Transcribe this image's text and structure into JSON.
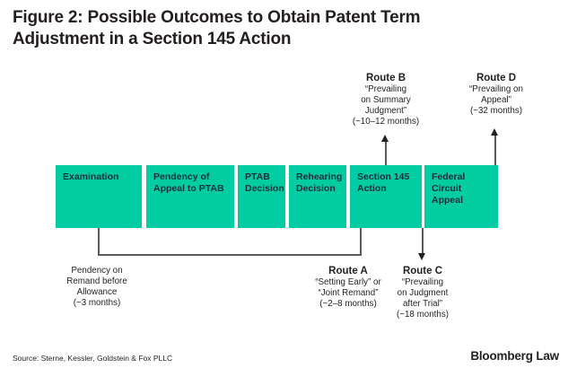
{
  "title": "Figure 2: Possible Outcomes to Obtain Patent Term Adjustment in a Section 145 Action",
  "stages": [
    {
      "label": "Examination"
    },
    {
      "label": "Pendency of\nAppeal to PTAB"
    },
    {
      "label": "PTAB\nDecision"
    },
    {
      "label": "Rehearing\nDecision"
    },
    {
      "label": "Section 145\nAction"
    },
    {
      "label": "Federal\nCircuit\nAppeal"
    }
  ],
  "routes": [
    {
      "name": "Route A",
      "description": "“Setting Early” or\n“Joint Remand”\n(~2–8 months)"
    },
    {
      "name": "Route B",
      "description": "“Prevailing\non Summary\nJudgment”\n(~10–12 months)"
    },
    {
      "name": "Route C",
      "description": "“Prevailing\non Judgment\nafter Trial”\n(~18 months)"
    },
    {
      "name": "Route D",
      "description": "“Prevailing on\nAppeal”\n(~32 months)"
    }
  ],
  "remand_note": "Pendency on\nRemand before\nAllowance\n(~3 months)",
  "source": "Source: Sterne, Kessler, Goldstein & Fox PLLC",
  "brand": "Bloomberg Law",
  "colors": {
    "stage_fill": "#03cba2",
    "connector": "#58595b",
    "text": "#231f20"
  }
}
